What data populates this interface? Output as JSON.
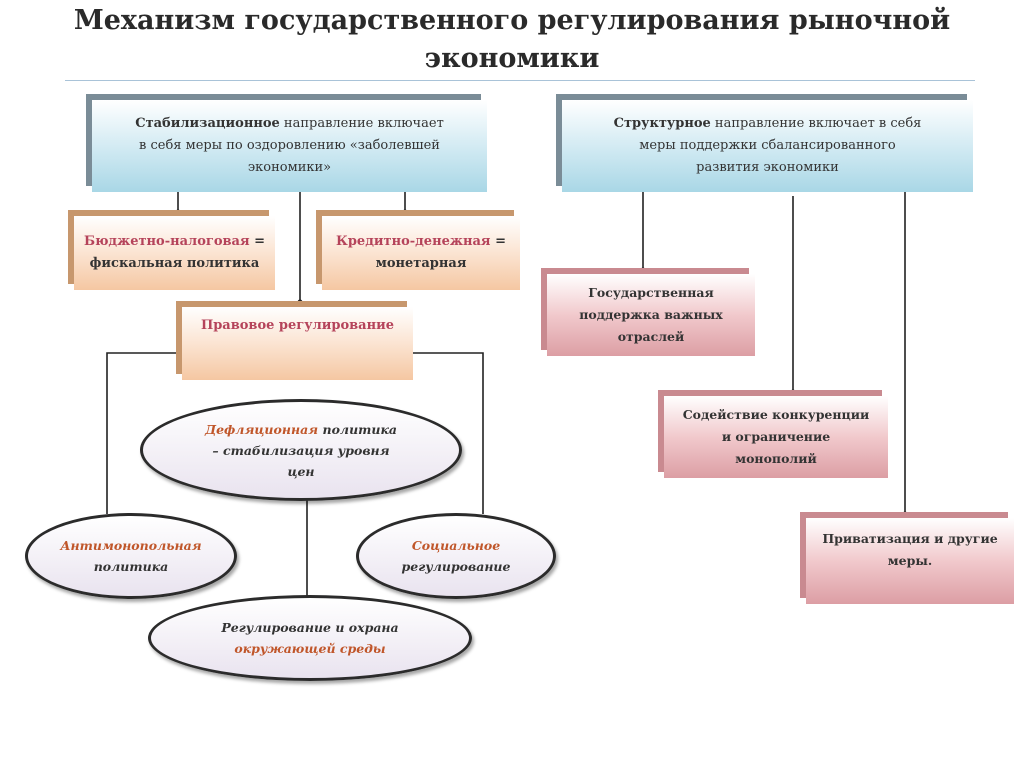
{
  "title": {
    "line1": "Механизм государственного регулирования рыночной",
    "line2": "экономики"
  },
  "stabilization": {
    "accent": "Стабилизационное",
    "rest_line1": " направление включает",
    "line2": "в себя меры по оздоровлению «заболевшей",
    "line3": "экономики»"
  },
  "structural": {
    "accent": "Структурное",
    "rest_line1": " направление включает в себя",
    "line2": "меры поддержки сбалансированного",
    "line3": "развития экономики"
  },
  "fiscal": {
    "accent": "Бюджетно-налоговая",
    "eq": " =",
    "line2": "фискальная политика"
  },
  "monetary": {
    "accent": "Кредитно-денежная",
    "eq": " =",
    "line2": "монетарная"
  },
  "legal": {
    "label": "Правовое регулирование"
  },
  "deflation": {
    "accent": "Дефляционная",
    "rest_line1": " политика",
    "line2": "– стабилизация уровня",
    "line3": "цен"
  },
  "antimonopoly": {
    "line1": "Антимонопольная",
    "line2": "политика"
  },
  "social": {
    "line1": "Социальное",
    "line2": "регулирование"
  },
  "environment": {
    "line1": "Регулирование и охрана",
    "accent": "окружающей среды"
  },
  "state_support": {
    "line1": "Государственная",
    "line2": "поддержка важных",
    "line3": "отраслей"
  },
  "competition": {
    "line1": "Содействие конкуренции",
    "line2": "и ограничение",
    "line3": "монополий"
  },
  "privatization": {
    "line1": "Приватизация и другие",
    "line2": "меры."
  },
  "colors": {
    "accent_red": "#b5435a",
    "accent_orange": "#c0562a",
    "blue_box": "#a9d7e6",
    "peach_box": "#f5c7a2",
    "pink_box": "#dc9ea4"
  }
}
